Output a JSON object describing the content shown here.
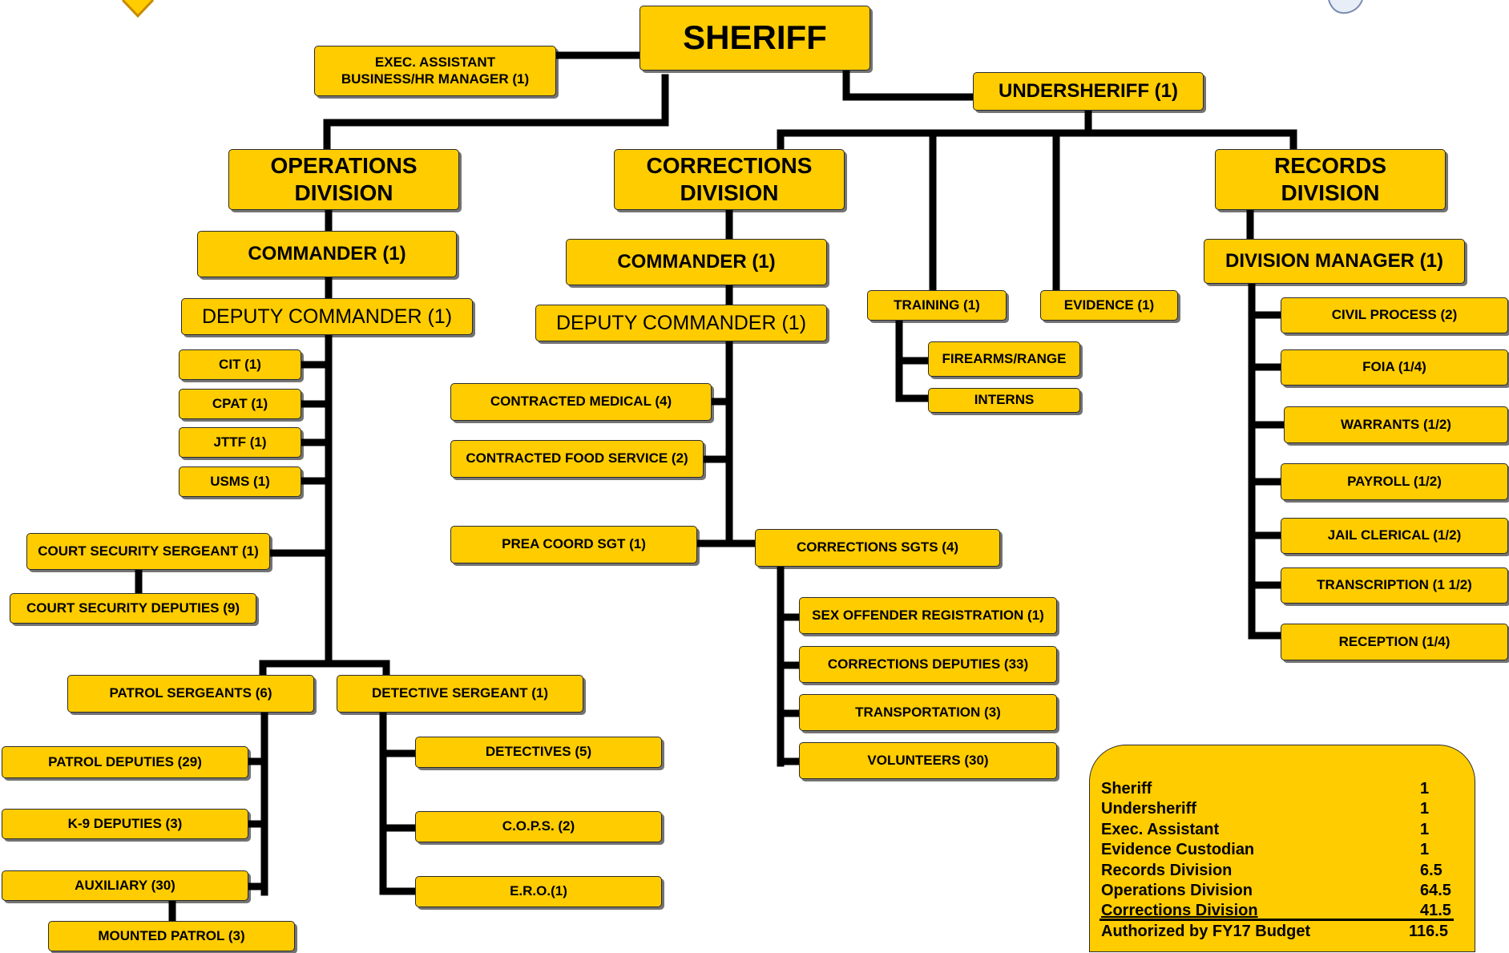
{
  "sheriff": "SHERIFF",
  "exec_assistant": [
    "EXEC. ASSISTANT",
    "BUSINESS/HR MANAGER (1)"
  ],
  "undersheriff": "UNDERSHERIFF (1)",
  "operations": {
    "division": [
      "OPERATIONS",
      "DIVISION"
    ],
    "commander": "COMMANDER (1)",
    "deputy_commander": "DEPUTY COMMANDER (1)",
    "units": [
      "CIT (1)",
      "CPAT (1)",
      "JTTF (1)",
      "USMS (1)"
    ],
    "court_security_sergeant": "COURT SECURITY SERGEANT (1)",
    "court_security_deputies": "COURT SECURITY DEPUTIES (9)",
    "patrol_sergeants": "PATROL SERGEANTS (6)",
    "patrol_deputies": "PATROL DEPUTIES (29)",
    "k9_deputies": "K-9 DEPUTIES (3)",
    "auxiliary": "AUXILIARY (30)",
    "mounted_patrol": "MOUNTED PATROL (3)",
    "detective_sergeant": "DETECTIVE SERGEANT (1)",
    "detectives": "DETECTIVES (5)",
    "cops": "C.O.P.S. (2)",
    "ero": "E.R.O.(1)"
  },
  "corrections": {
    "division": [
      "CORRECTIONS",
      "DIVISION"
    ],
    "commander": "COMMANDER (1)",
    "deputy_commander": "DEPUTY COMMANDER (1)",
    "contracted_medical": "CONTRACTED MEDICAL (4)",
    "contracted_food": "CONTRACTED FOOD SERVICE (2)",
    "prea": "PREA  COORD SGT (1)",
    "sgts": "CORRECTIONS SGTS (4)",
    "sex_offender": "SEX OFFENDER REGISTRATION (1)",
    "deputies": "CORRECTIONS DEPUTIES (33)",
    "transportation": "TRANSPORTATION (3)",
    "volunteers": "VOLUNTEERS (30)"
  },
  "training": "TRAINING (1)",
  "firearms": "FIREARMS/RANGE",
  "interns": "INTERNS",
  "evidence": "EVIDENCE  (1)",
  "records": {
    "division": [
      "RECORDS",
      "DIVISION"
    ],
    "manager": "DIVISION MANAGER (1)",
    "items": [
      "CIVIL PROCESS (2)",
      "FOIA (1/4)",
      "WARRANTS (1/2)",
      "PAYROLL (1/2)",
      "JAIL CLERICAL (1/2)",
      "TRANSCRIPTION (1 1/2)",
      "RECEPTION  (1/4)"
    ]
  },
  "summary": {
    "rows": [
      {
        "label": "Sheriff",
        "value": "1"
      },
      {
        "label": "Undersheriff",
        "value": "1"
      },
      {
        "label": "Exec. Assistant",
        "value": "1"
      },
      {
        "label": "Evidence Custodian",
        "value": "1"
      },
      {
        "label": "Records Division",
        "value": "6.5"
      },
      {
        "label": "Operations Division",
        "value": "64.5"
      },
      {
        "label": "Corrections Division",
        "value": "41.5"
      }
    ],
    "total_label": "Authorized by FY17 Budget",
    "total_value": "116.5"
  },
  "colors": {
    "box": "#FFCC00",
    "line": "#000000",
    "border": "#2b2b2b"
  },
  "icons": [
    "badge-logo-icon",
    "star-seal-icon"
  ]
}
